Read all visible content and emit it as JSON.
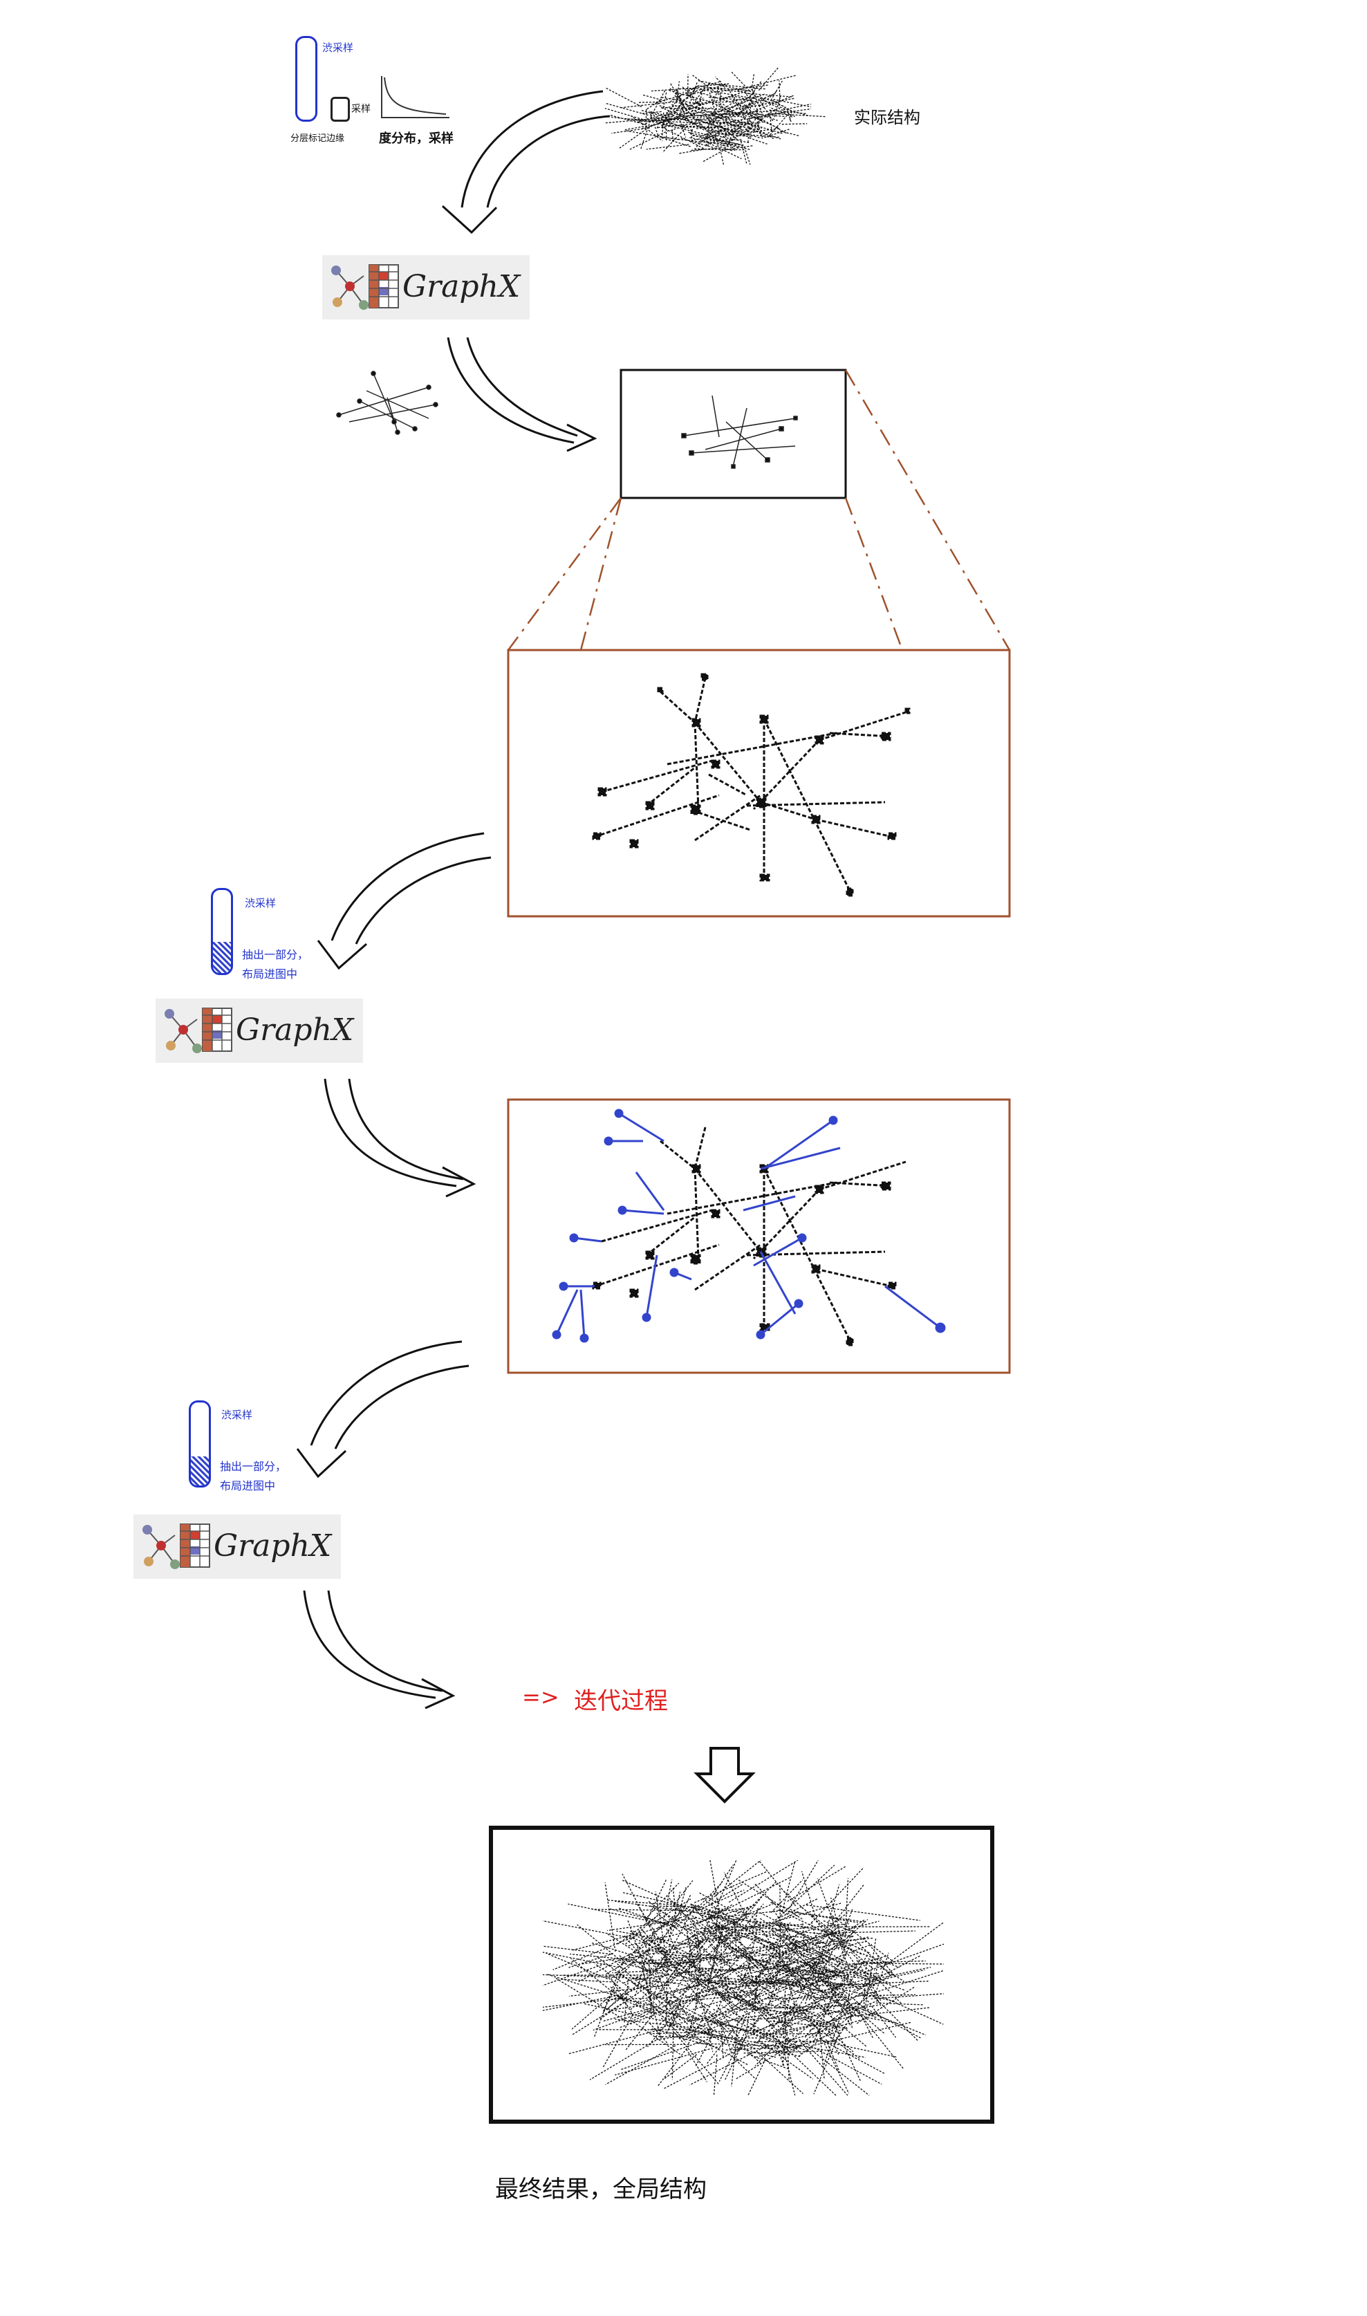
{
  "top": {
    "sampling_label": "渋采样",
    "small_box_label": "采样",
    "vertical_bar_label": "分层标记边缘",
    "degree_label": "度分布，采样",
    "actual_structure_label": "实际结构"
  },
  "logos": {
    "graphx_text": "GraphX"
  },
  "step2": {
    "sampling_label": "渋采样",
    "extract_line1": "抽出一部分，",
    "extract_line2": "布局进图中"
  },
  "step3": {
    "sampling_label": "渋采样",
    "extract_line1": "抽出一部分，",
    "extract_line2": "布局进图中"
  },
  "iteration": {
    "arrow_text": "=>",
    "label": "迭代过程"
  },
  "final": {
    "label": "最终结果，全局结构"
  },
  "colors": {
    "frame_brown": "#a0522d",
    "blue_edges": "#3344cc",
    "iteration_red": "#e02020",
    "logo_bg": "#eeeeee"
  }
}
